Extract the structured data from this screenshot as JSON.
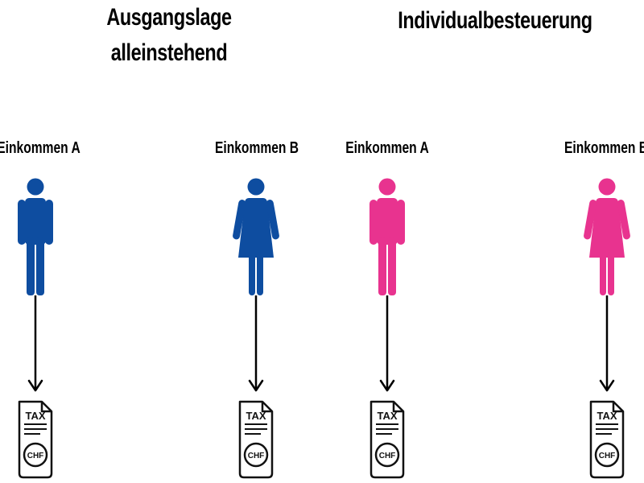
{
  "headings": {
    "left": [
      "Ausgangslage",
      "alleinstehend"
    ],
    "right": "Individualbesteuerung"
  },
  "persons": [
    {
      "label": "Einkommen A",
      "figure": "male-figure-icon",
      "color": "#0e4da0"
    },
    {
      "label": "Einkommen B",
      "figure": "female-figure-icon",
      "color": "#0e4da0"
    },
    {
      "label": "Einkommen A",
      "figure": "male-figure-icon",
      "color": "#e8338f"
    },
    {
      "label": "Einkommen B",
      "figure": "female-figure-icon",
      "color": "#e8338f"
    }
  ],
  "tax_document": {
    "icon": "tax-document-icon",
    "title": "TAX",
    "currency": "CHF"
  }
}
